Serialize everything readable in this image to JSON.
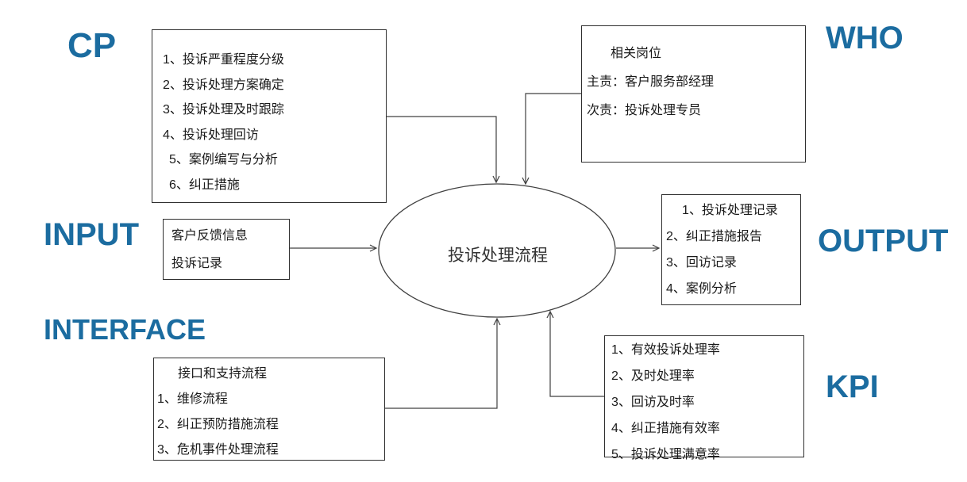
{
  "diagram": {
    "ellipse_label": "投诉处理流程",
    "accent_color": "#1b6ca0",
    "line_color": "#404040",
    "labels": {
      "cp": "CP",
      "who": "WHO",
      "input": "INPUT",
      "output": "OUTPUT",
      "interface": "INTERFACE",
      "kpi": "KPI"
    },
    "cp_box": {
      "items": [
        "1、投诉严重程度分级",
        "2、投诉处理方案确定",
        "3、投诉处理及时跟踪",
        "4、投诉处理回访",
        "5、案例编写与分析",
        "6、纠正措施"
      ]
    },
    "who_box": {
      "title": "相关岗位",
      "lines": [
        "主责：客户服务部经理",
        "次责：投诉处理专员"
      ]
    },
    "input_box": {
      "lines": [
        "客户反馈信息",
        "投诉记录"
      ]
    },
    "output_box": {
      "items": [
        "1、投诉处理记录",
        "2、纠正措施报告",
        "3、回访记录",
        "4、案例分析"
      ]
    },
    "interface_box": {
      "title": "接口和支持流程",
      "items": [
        "1、维修流程",
        "2、纠正预防措施流程",
        "3、危机事件处理流程"
      ]
    },
    "kpi_box": {
      "items": [
        "1、有效投诉处理率",
        "2、及时处理率",
        "3、回访及时率",
        "4、纠正措施有效率",
        "5、投诉处理满意率"
      ]
    }
  }
}
